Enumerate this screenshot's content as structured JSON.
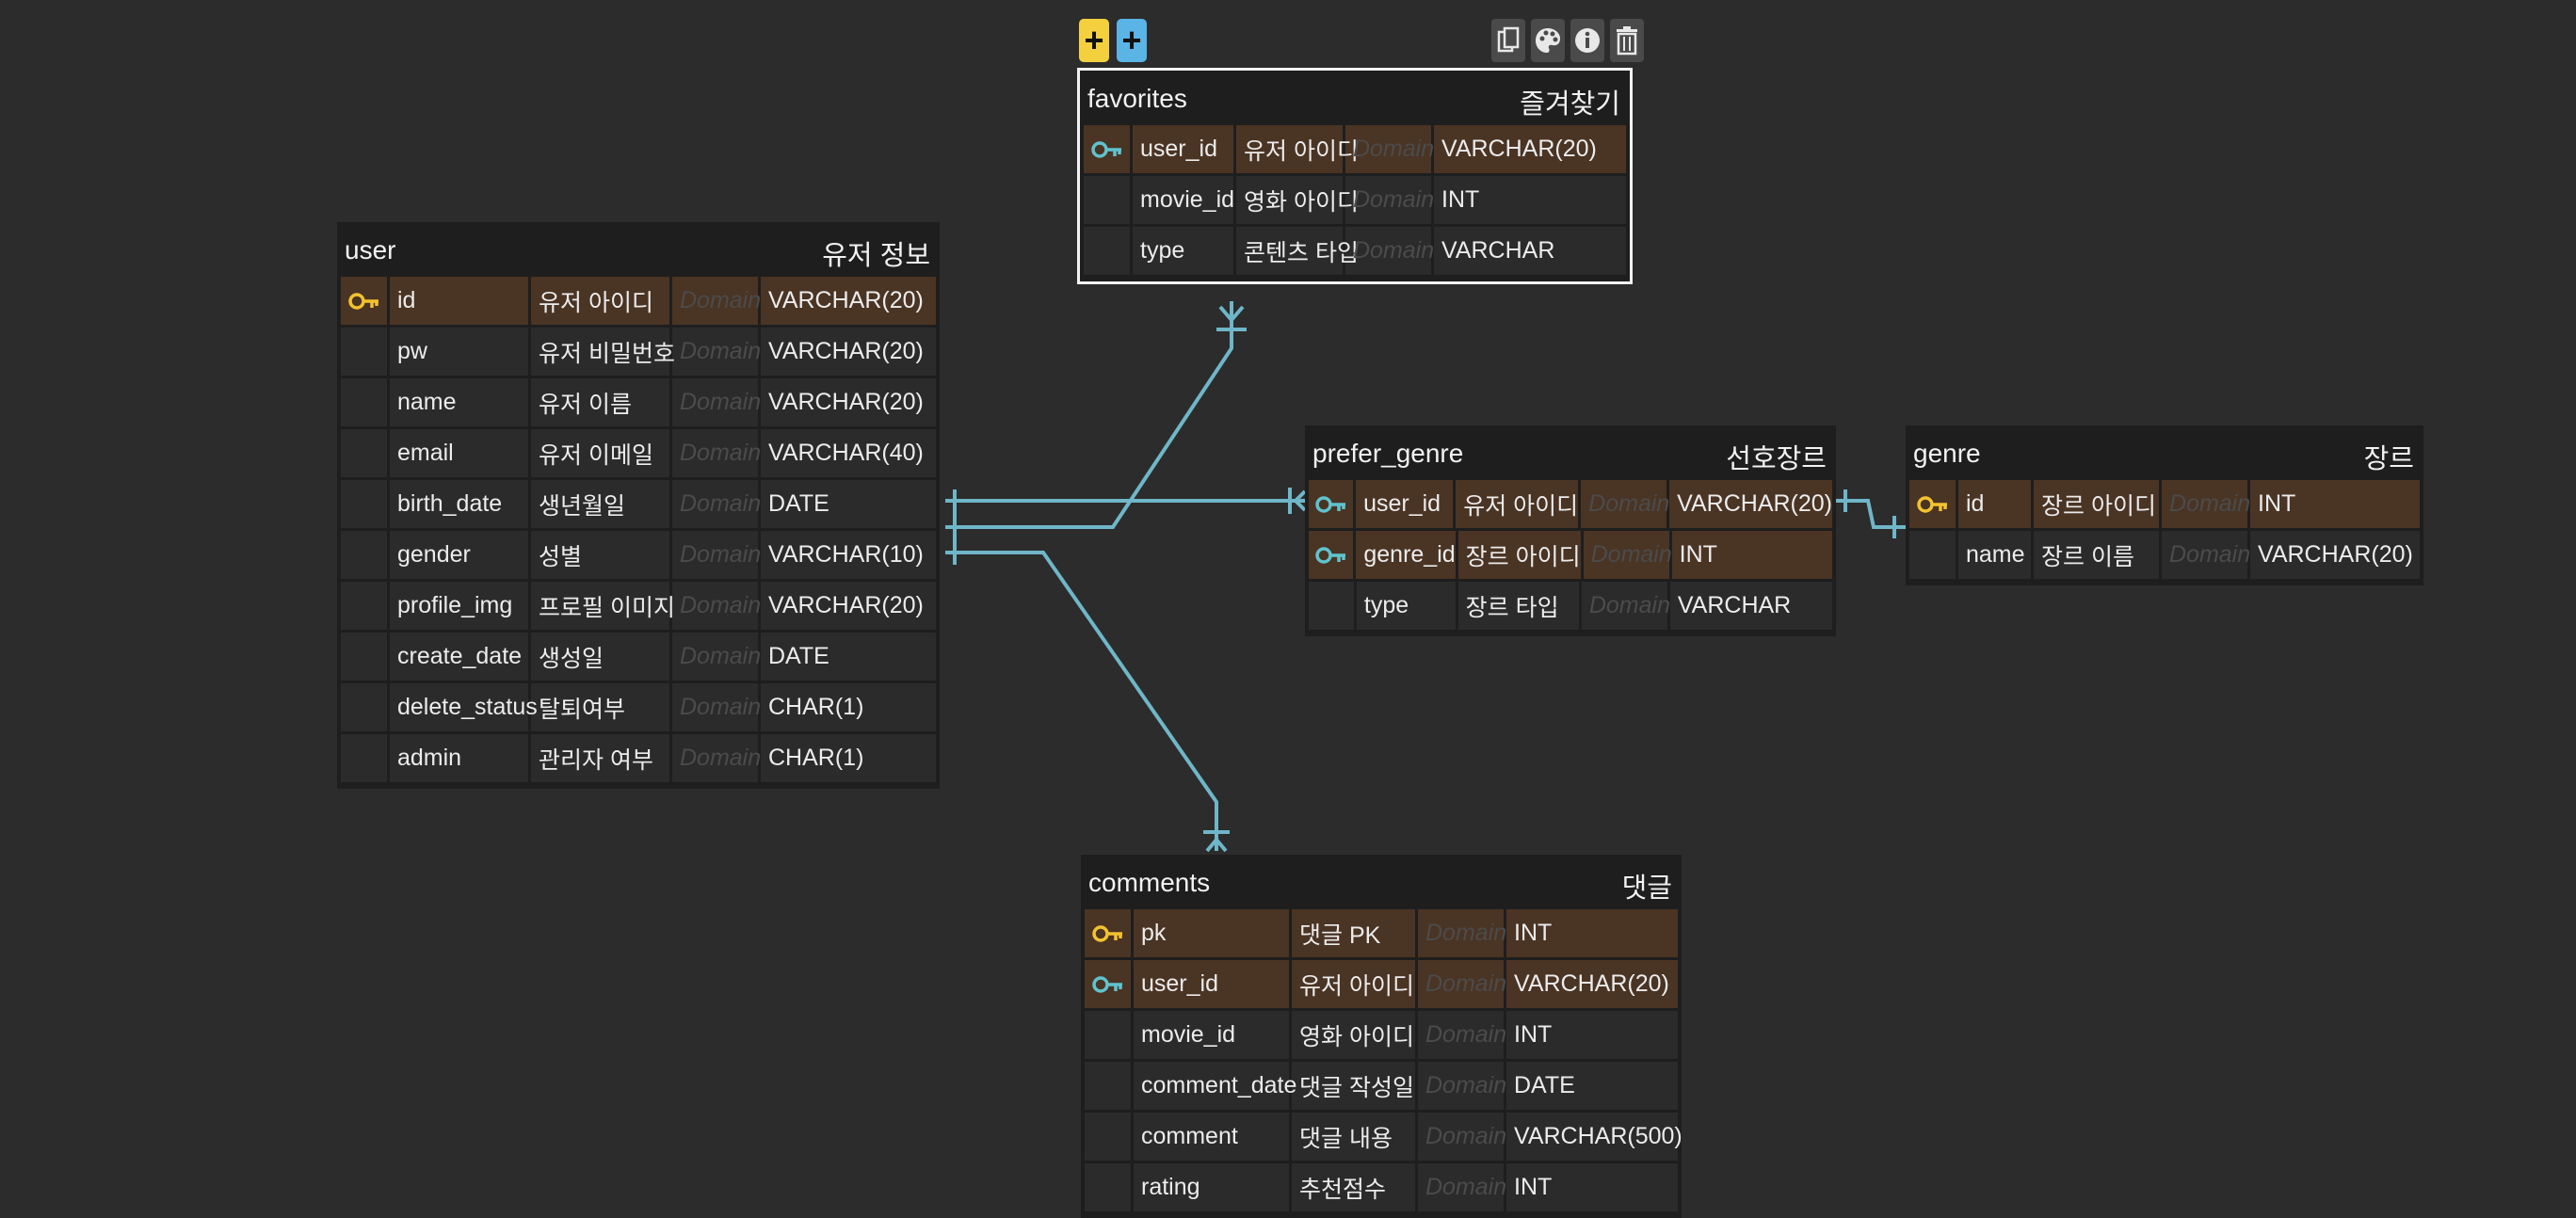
{
  "toolbar": {
    "add_label": "+",
    "icons": [
      "copy-icon",
      "palette-icon",
      "info-icon",
      "trash-icon"
    ]
  },
  "colors": {
    "background": "#2c2c2c",
    "table": "#1e1e1e",
    "row": "#2b2b2b",
    "pk_row": "#4a3424",
    "pk_key": "#f2c230",
    "fk_key": "#5fc3cf",
    "link": "#6fb6c8",
    "add_yellow": "#f4d03f",
    "add_blue": "#5ab4e5"
  },
  "tables": {
    "favorites": {
      "name": "favorites",
      "comment": "즐겨찾기",
      "rows": [
        {
          "key": "fk",
          "pk": true,
          "col": "user_id",
          "label": "유저 아이디",
          "domain": "Domain",
          "type": "VARCHAR(20)"
        },
        {
          "key": "",
          "pk": false,
          "col": "movie_id",
          "label": "영화 아이디",
          "domain": "Domain",
          "type": "INT"
        },
        {
          "key": "",
          "pk": false,
          "col": "type",
          "label": "콘텐츠 타입",
          "domain": "Domain",
          "type": "VARCHAR"
        }
      ]
    },
    "user": {
      "name": "user",
      "comment": "유저 정보",
      "rows": [
        {
          "key": "pk",
          "pk": true,
          "col": "id",
          "label": "유저 아이디",
          "domain": "Domain",
          "type": "VARCHAR(20)"
        },
        {
          "key": "",
          "pk": false,
          "col": "pw",
          "label": "유저 비밀번호",
          "domain": "Domain",
          "type": "VARCHAR(20)"
        },
        {
          "key": "",
          "pk": false,
          "col": "name",
          "label": "유저 이름",
          "domain": "Domain",
          "type": "VARCHAR(20)"
        },
        {
          "key": "",
          "pk": false,
          "col": "email",
          "label": "유저 이메일",
          "domain": "Domain",
          "type": "VARCHAR(40)"
        },
        {
          "key": "",
          "pk": false,
          "col": "birth_date",
          "label": "생년월일",
          "domain": "Domain",
          "type": "DATE"
        },
        {
          "key": "",
          "pk": false,
          "col": "gender",
          "label": "성별",
          "domain": "Domain",
          "type": "VARCHAR(10)"
        },
        {
          "key": "",
          "pk": false,
          "col": "profile_img",
          "label": "프로필 이미지",
          "domain": "Domain",
          "type": "VARCHAR(20)"
        },
        {
          "key": "",
          "pk": false,
          "col": "create_date",
          "label": "생성일",
          "domain": "Domain",
          "type": "DATE"
        },
        {
          "key": "",
          "pk": false,
          "col": "delete_status",
          "label": "탈퇴여부",
          "domain": "Domain",
          "type": "CHAR(1)"
        },
        {
          "key": "",
          "pk": false,
          "col": "admin",
          "label": "관리자 여부",
          "domain": "Domain",
          "type": "CHAR(1)"
        }
      ]
    },
    "prefer_genre": {
      "name": "prefer_genre",
      "comment": "선호장르",
      "rows": [
        {
          "key": "fk",
          "pk": true,
          "col": "user_id",
          "label": "유저 아이디",
          "domain": "Domain",
          "type": "VARCHAR(20)"
        },
        {
          "key": "fk",
          "pk": true,
          "col": "genre_id",
          "label": "장르 아이디",
          "domain": "Domain",
          "type": "INT"
        },
        {
          "key": "",
          "pk": false,
          "col": "type",
          "label": "장르 타입",
          "domain": "Domain",
          "type": "VARCHAR"
        }
      ]
    },
    "genre": {
      "name": "genre",
      "comment": "장르",
      "rows": [
        {
          "key": "pk",
          "pk": true,
          "col": "id",
          "label": "장르 아이디",
          "domain": "Domain",
          "type": "INT"
        },
        {
          "key": "",
          "pk": false,
          "col": "name",
          "label": "장르 이름",
          "domain": "Domain",
          "type": "VARCHAR(20)"
        }
      ]
    },
    "comments": {
      "name": "comments",
      "comment": "댓글",
      "rows": [
        {
          "key": "pk",
          "pk": true,
          "col": "pk",
          "label": "댓글 PK",
          "domain": "Domain",
          "type": "INT"
        },
        {
          "key": "fk",
          "pk": true,
          "col": "user_id",
          "label": "유저 아이디",
          "domain": "Domain",
          "type": "VARCHAR(20)"
        },
        {
          "key": "",
          "pk": false,
          "col": "movie_id",
          "label": "영화 아이디",
          "domain": "Domain",
          "type": "INT"
        },
        {
          "key": "",
          "pk": false,
          "col": "comment_date",
          "label": "댓글 작성일",
          "domain": "Domain",
          "type": "DATE"
        },
        {
          "key": "",
          "pk": false,
          "col": "comment",
          "label": "댓글 내용",
          "domain": "Domain",
          "type": "VARCHAR(500)"
        },
        {
          "key": "",
          "pk": false,
          "col": "rating",
          "label": "추천점수",
          "domain": "Domain",
          "type": "INT"
        }
      ]
    }
  }
}
